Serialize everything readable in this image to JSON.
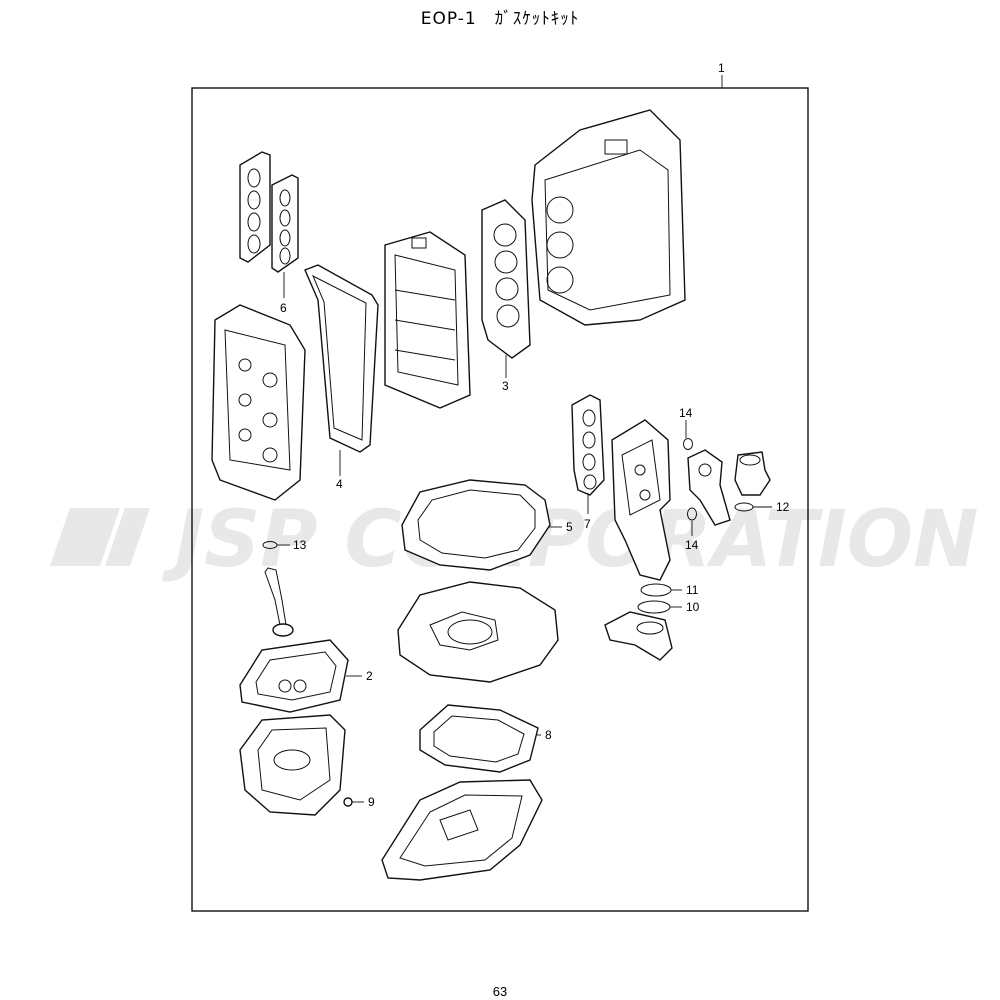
{
  "header": {
    "title": "EOP-1　ｶﾞｽｹｯﾄｷｯﾄ"
  },
  "footer": {
    "page_number": "63"
  },
  "watermark": {
    "text": "JSP CORPORATION",
    "color": "#e8e8e8"
  },
  "callouts": {
    "c1": "1",
    "c2": "2",
    "c3": "3",
    "c4": "4",
    "c5": "5",
    "c6": "6",
    "c7": "7",
    "c8": "8",
    "c9": "9",
    "c10": "10",
    "c11": "11",
    "c12": "12",
    "c13": "13",
    "c14a": "14",
    "c14b": "14"
  }
}
